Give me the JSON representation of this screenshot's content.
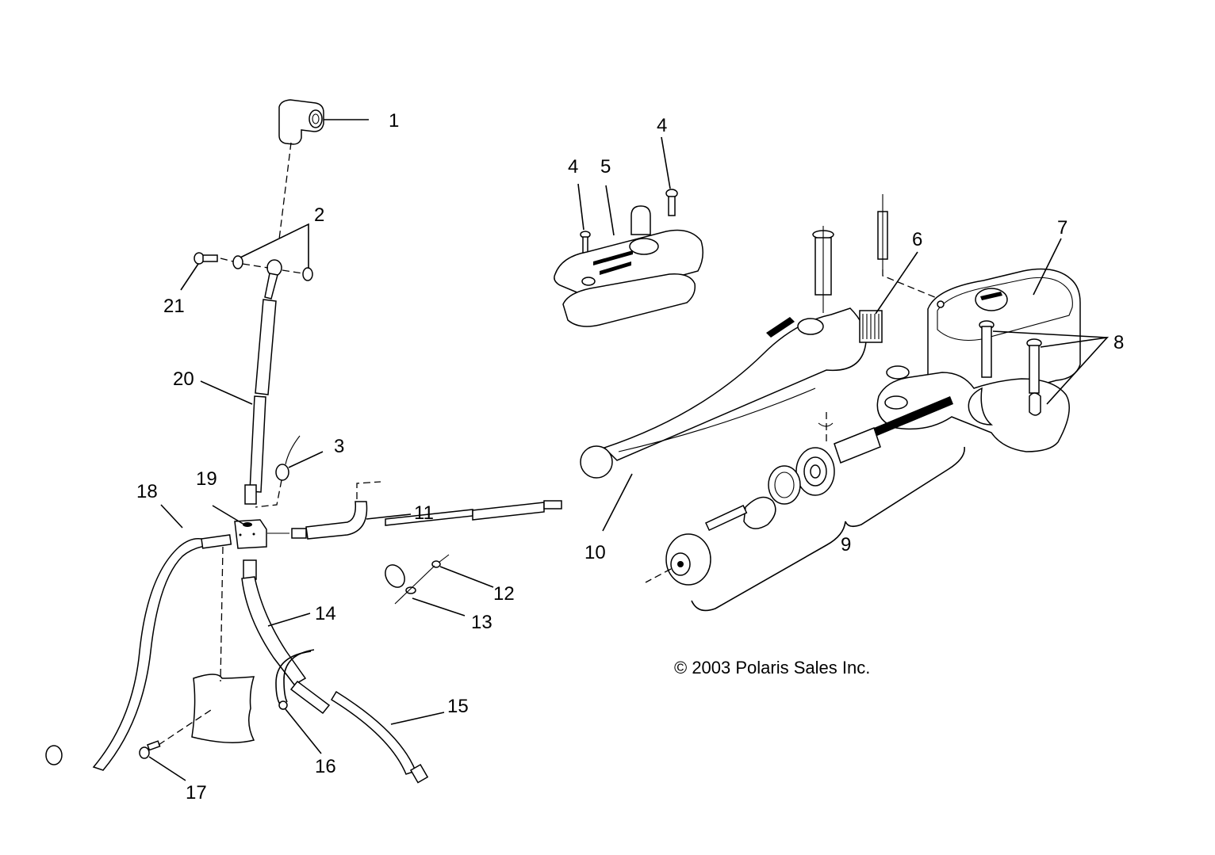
{
  "diagram": {
    "title": "Brake master cylinder and hose assembly — exploded parts view",
    "copyright": "© 2003 Polaris Sales Inc.",
    "callouts": [
      {
        "id": "c1",
        "label": "1",
        "part": "tee-fitting"
      },
      {
        "id": "c2",
        "label": "2",
        "part": "crush-washers"
      },
      {
        "id": "c3",
        "label": "3",
        "part": "brake-light-switch"
      },
      {
        "id": "c4a",
        "label": "4",
        "part": "cover-screw"
      },
      {
        "id": "c4b",
        "label": "4",
        "part": "cover-screw"
      },
      {
        "id": "c5",
        "label": "5",
        "part": "reservoir-cover"
      },
      {
        "id": "c6",
        "label": "6",
        "part": "lever-spring"
      },
      {
        "id": "c7",
        "label": "7",
        "part": "master-cylinder-body"
      },
      {
        "id": "c8",
        "label": "8",
        "part": "clamp-screws"
      },
      {
        "id": "c9",
        "label": "9",
        "part": "piston-kit"
      },
      {
        "id": "c10",
        "label": "10",
        "part": "brake-lever"
      },
      {
        "id": "c11",
        "label": "11",
        "part": "brake-hose-upper"
      },
      {
        "id": "c12",
        "label": "12",
        "part": "rivet"
      },
      {
        "id": "c13",
        "label": "13",
        "part": "hose-clamp"
      },
      {
        "id": "c14",
        "label": "14",
        "part": "brake-hose-front"
      },
      {
        "id": "c15",
        "label": "15",
        "part": "brake-hose-lower"
      },
      {
        "id": "c16",
        "label": "16",
        "part": "hose-clamp-band"
      },
      {
        "id": "c17",
        "label": "17",
        "part": "mounting-screw"
      },
      {
        "id": "c18",
        "label": "18",
        "part": "brake-hose-left"
      },
      {
        "id": "c19",
        "label": "19",
        "part": "distribution-block"
      },
      {
        "id": "c20",
        "label": "20",
        "part": "brake-hose-rear"
      },
      {
        "id": "c21",
        "label": "21",
        "part": "banjo-bolt"
      }
    ]
  }
}
